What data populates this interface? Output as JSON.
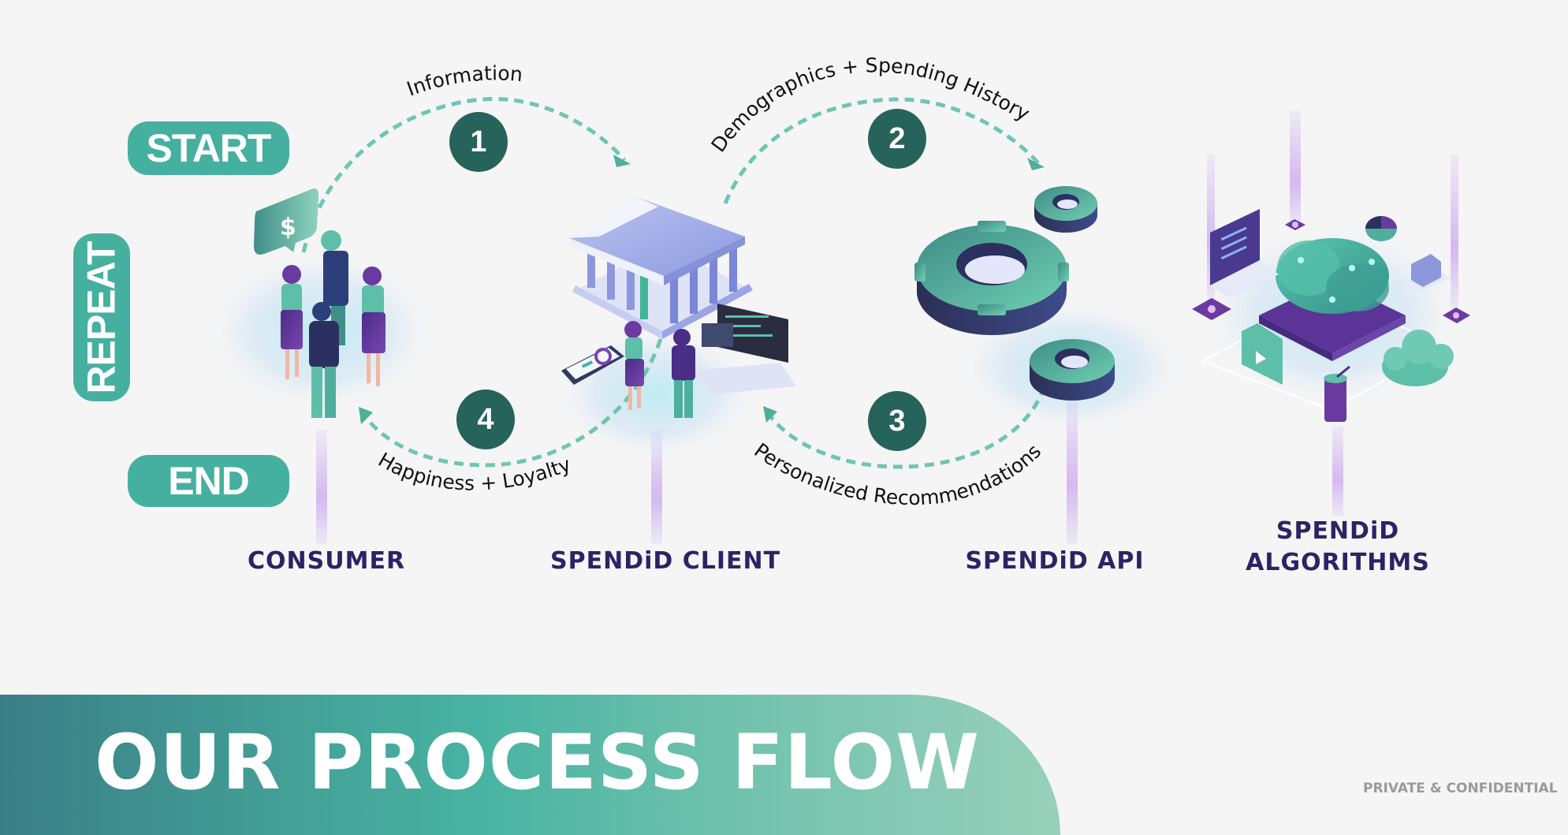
{
  "flow_markers": {
    "start": "START",
    "repeat": "REPEAT",
    "end": "END"
  },
  "steps": [
    {
      "number": "1",
      "label": "Information",
      "from": "Consumer",
      "to": "SPENDiD Client"
    },
    {
      "number": "2",
      "label": "Demographics + Spending History",
      "from": "SPENDiD Client",
      "to": "SPENDiD API"
    },
    {
      "number": "3",
      "label": "Personalized Recommendations",
      "from": "SPENDiD API",
      "to": "SPENDiD Client"
    },
    {
      "number": "4",
      "label": "Happiness + Loyalty",
      "from": "SPENDiD Client",
      "to": "Consumer"
    }
  ],
  "nodes": [
    {
      "id": "consumer",
      "label": "CONSUMER",
      "illustration": "people-group-with-dollar-speech-bubble"
    },
    {
      "id": "client",
      "label": "SPENDiD CLIENT",
      "illustration": "bank-building-handshake-phone-laptop"
    },
    {
      "id": "api",
      "label": "SPENDiD API",
      "illustration": "gears"
    },
    {
      "id": "algorithms",
      "label_line1": "SPENDiD",
      "label_line2": "ALGORITHMS",
      "illustration": "brain-on-platform-with-devices"
    }
  ],
  "footer": {
    "title": "OUR PROCESS FLOW",
    "confidentiality": "PRIVATE & CONFIDENTIAL"
  },
  "colors": {
    "pill": "#45b0a0",
    "step_circle": "#26635a",
    "arrow": "#6fc6b0",
    "node_label": "#2a2466",
    "banner_start": "#3a7f87",
    "banner_end": "#98d0bb"
  }
}
